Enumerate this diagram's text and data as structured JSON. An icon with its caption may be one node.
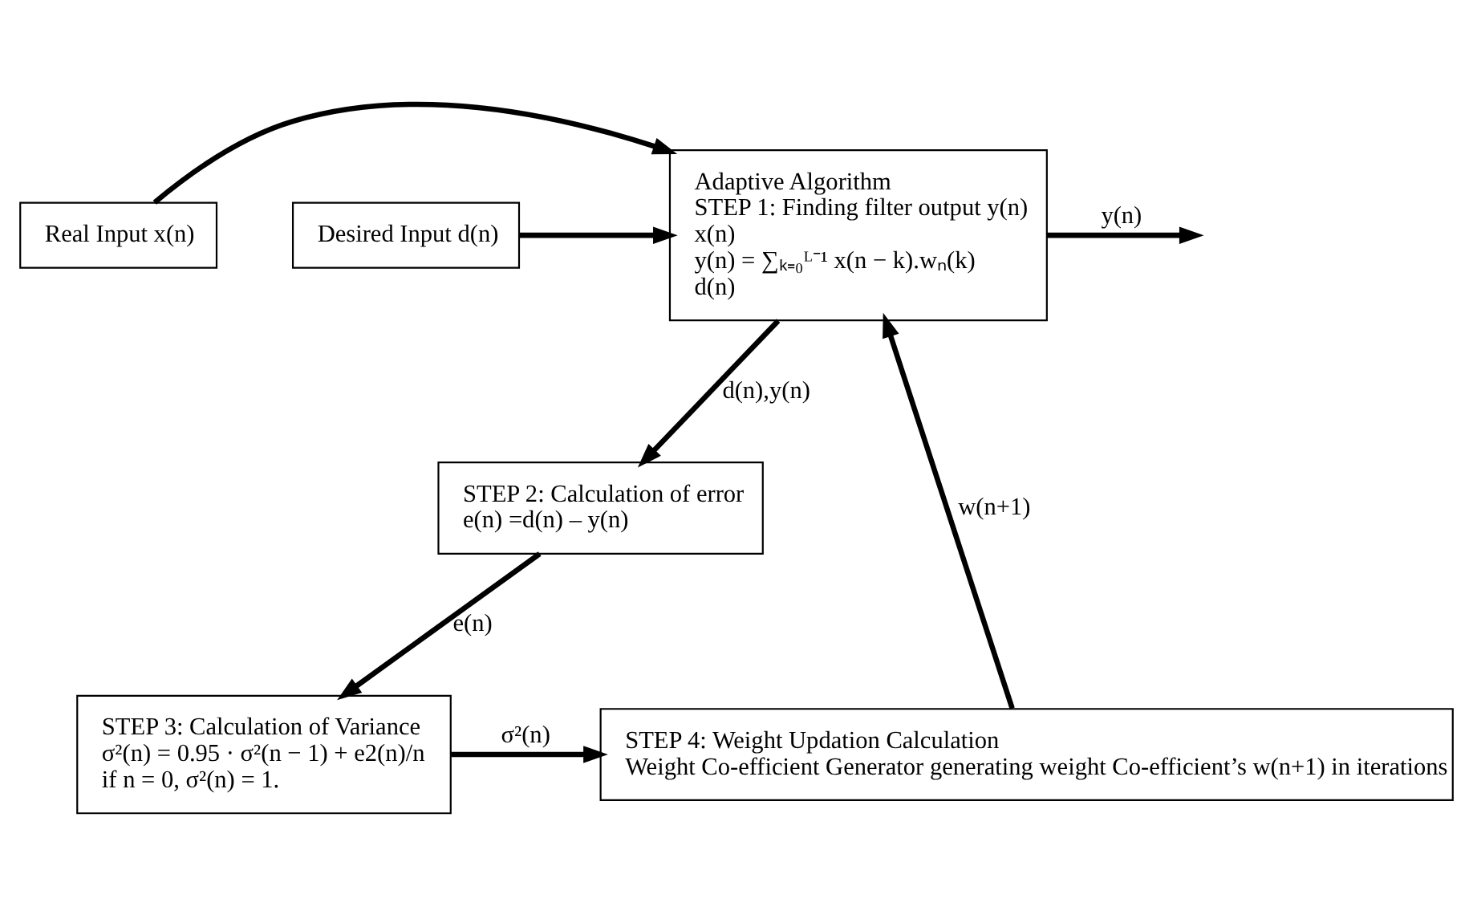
{
  "diagram": {
    "nodes": [
      {
        "text": [
          "Real Input x(n)"
        ]
      },
      {
        "text": [
          "Desired Input d(n)"
        ]
      },
      {
        "text": [
          "Adaptive Algorithm",
          "STEP 1: Finding filter output y(n)",
          "x(n)",
          "y(n) = ∑ₖ₌₀ᴸ⁻¹ x(n − k).wₙ(k)",
          "d(n)"
        ]
      },
      {
        "text": [
          "STEP 2: Calculation of error",
          "e(n) =d(n) – y(n)"
        ]
      },
      {
        "text": [
          "STEP 3: Calculation of Variance",
          "σ²(n) = 0.95 · σ²(n − 1) + e2(n)/n",
          "if n = 0, σ²(n) = 1."
        ]
      },
      {
        "text": [
          "STEP 4: Weight Updation Calculation",
          "Weight Co-efficient Generator generating weight Co-efficient’s w(n+1) in iterations"
        ]
      }
    ],
    "edges": [
      {
        "from": 0,
        "to": 2,
        "arrow": "to"
      },
      {
        "from": 1,
        "to": 2,
        "arrow": "to"
      },
      {
        "from": 2,
        "to": null,
        "arrow": "to",
        "label": "y(n)"
      },
      {
        "from": 2,
        "to": 3,
        "arrow": "to",
        "label": "d(n),y(n)"
      },
      {
        "from": 3,
        "to": 4,
        "arrow": "to",
        "label": "e(n)"
      },
      {
        "from": 4,
        "to": 5,
        "arrow": "to",
        "label": "σ²(n)"
      },
      {
        "from": 5,
        "to": 2,
        "arrow": "to",
        "label": "w(n+1)"
      }
    ]
  }
}
